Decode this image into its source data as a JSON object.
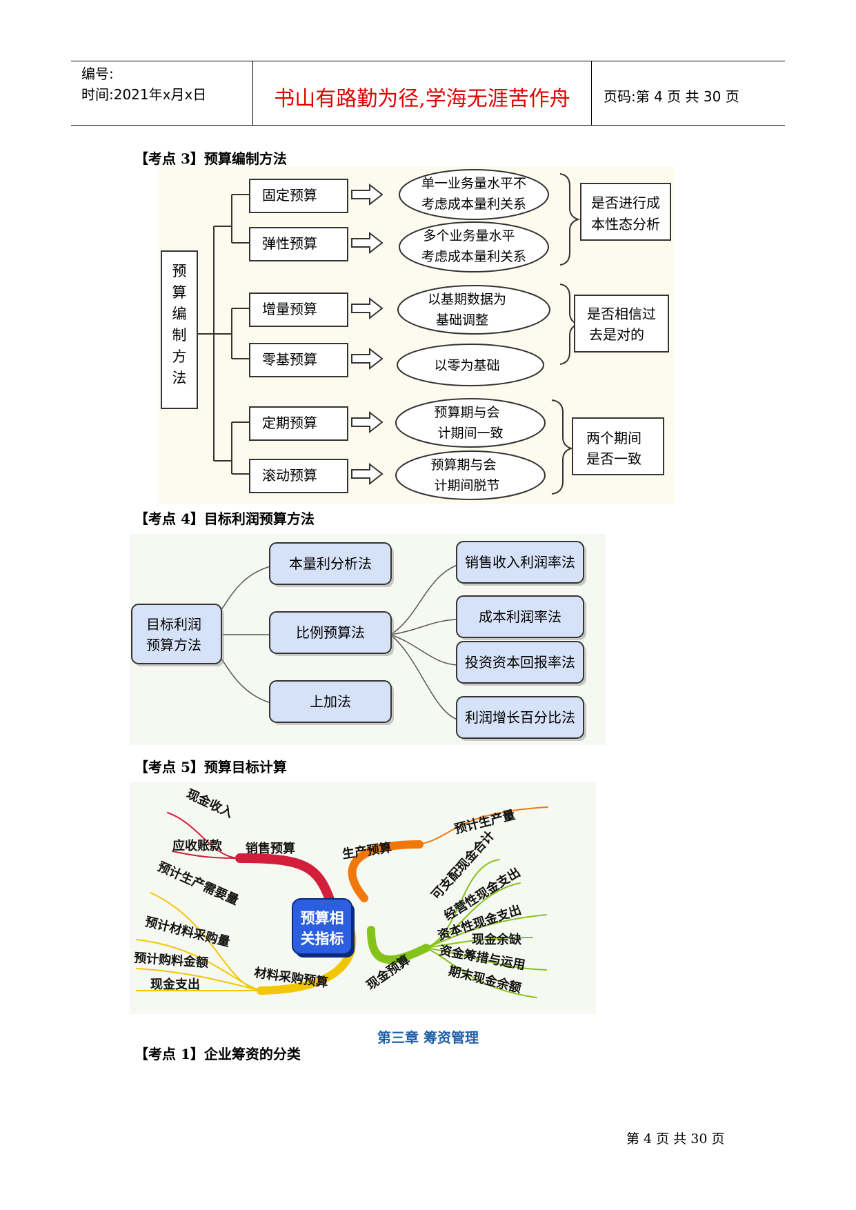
{
  "header": {
    "number_label": "编号:",
    "time_label": "时间:2021年x月x日",
    "motto": "书山有路勤为径,学海无涯苦作舟",
    "page_label": "页码:第 4 页  共 30 页"
  },
  "section3": {
    "title": "【考点 3】预算编制方法",
    "root": [
      "预",
      "算",
      "编",
      "制",
      "方",
      "法"
    ],
    "methods": [
      "固定预算",
      "弹性预算",
      "增量预算",
      "零基预算",
      "定期预算",
      "滚动预算"
    ],
    "descs": [
      [
        "单一业务量水平不",
        "考虑成本量利关系"
      ],
      [
        "多个业务量水平",
        "考虑成本量利关系"
      ],
      [
        "以基期数据为",
        "基础调整"
      ],
      [
        "以零为基础"
      ],
      [
        "预算期与会",
        "计期间一致"
      ],
      [
        "预算期与会",
        "计期间脱节"
      ]
    ],
    "criteria": [
      [
        "是否进行成",
        "本性态分析"
      ],
      [
        "是否相信过",
        "去是对的"
      ],
      [
        "两个期间",
        "是否一致"
      ]
    ]
  },
  "section4": {
    "title": "【考点 4】目标利润预算方法",
    "root": [
      "目标利润",
      "预算方法"
    ],
    "methods": [
      "本量利分析法",
      "比例预算法",
      "上加法"
    ],
    "sub_methods": [
      "销售收入利润率法",
      "成本利润率法",
      "投资资本回报率法",
      "利润增长百分比法"
    ]
  },
  "section5": {
    "title": "【考点 5】预算目标计算",
    "center": [
      "预算相",
      "关指标"
    ],
    "branches": {
      "sales": {
        "label": "销售预算",
        "items": [
          "现金收入",
          "应收账款"
        ]
      },
      "production": {
        "label": "生产预算",
        "items": [
          "预计生产量"
        ]
      },
      "material": {
        "label": "材料采购预算",
        "items": [
          "预计生产需要量",
          "预计材料采购量",
          "预计购料金额",
          "现金支出"
        ]
      },
      "cash": {
        "label": "现金预算",
        "items": [
          "可支配现金合计",
          "经营性现金支出",
          "资本性现金支出",
          "现金余缺",
          "资金筹措与运用",
          "期末现金余额"
        ]
      }
    }
  },
  "chapter_title": "第三章    筹资管理",
  "section1_title": "【考点 1】企业筹资的分类",
  "footer": "第 4 页 共 30 页",
  "colors": {
    "motto": "#e00000",
    "chapter": "#1f5fa8",
    "diagram_bg": "#fdfbee",
    "node_fill": "#d6e2f7"
  }
}
